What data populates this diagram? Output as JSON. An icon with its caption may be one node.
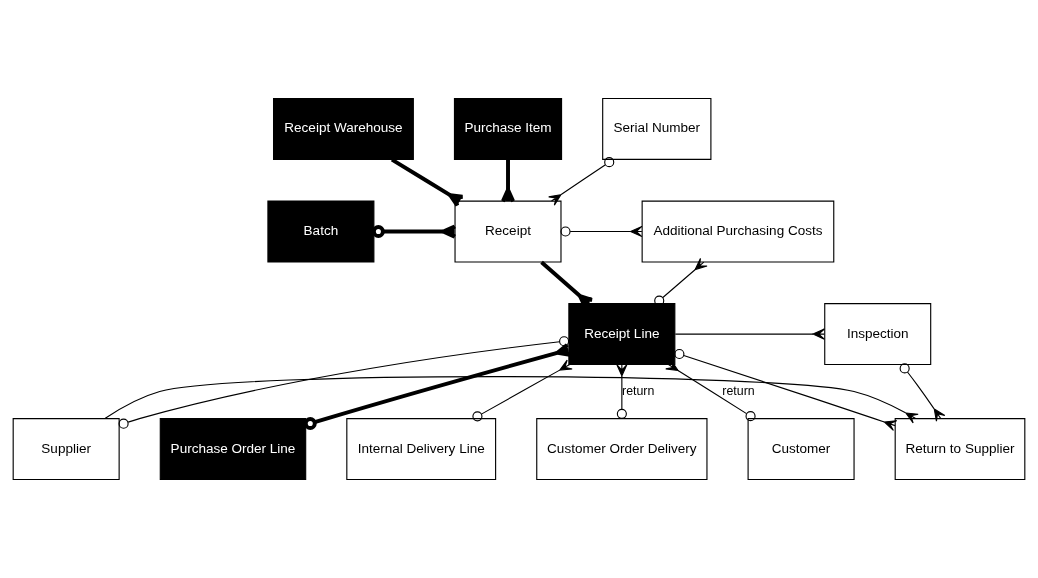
{
  "diagram": {
    "nodes": [
      {
        "text": [
          "Receipt Warehouse"
        ]
      },
      {
        "text": [
          "Purchase Item"
        ]
      },
      {
        "text": [
          "Batch"
        ]
      },
      {
        "text": [
          "Receipt"
        ]
      },
      {
        "text": [
          "Serial Number"
        ]
      },
      {
        "text": [
          "Additional Purchasing Costs"
        ]
      },
      {
        "text": [
          "Receipt Line"
        ]
      },
      {
        "text": [
          "Inspection"
        ]
      },
      {
        "text": [
          "Return to Supplier"
        ]
      },
      {
        "text": [
          "Supplier"
        ]
      },
      {
        "text": [
          "Purchase Order Line"
        ]
      },
      {
        "text": [
          "Internal Delivery Line"
        ]
      },
      {
        "text": [
          "Customer Order Delivery"
        ]
      },
      {
        "text": [
          "Customer"
        ]
      }
    ],
    "edges": [
      {
        "from": 0,
        "to": 3,
        "arrow": "other",
        "style": "thick"
      },
      {
        "from": 1,
        "to": 3,
        "arrow": "other",
        "style": "thick"
      },
      {
        "from": 2,
        "to": 3,
        "arrow": "other",
        "style": "thick"
      },
      {
        "from": 4,
        "to": 3,
        "arrow": "other"
      },
      {
        "from": 3,
        "to": 5,
        "arrow": "other"
      },
      {
        "from": 3,
        "to": 6,
        "arrow": "other",
        "style": "thick"
      },
      {
        "from": 6,
        "to": 5,
        "arrow": "other"
      },
      {
        "from": 6,
        "to": 7,
        "arrow": "other"
      },
      {
        "from": 6,
        "to": 8,
        "arrow": "other"
      },
      {
        "from": 7,
        "to": 8,
        "arrow": "other"
      },
      {
        "from": 9,
        "to": 8,
        "arrow": "other"
      },
      {
        "from": 6,
        "to": 9,
        "arrow": "other"
      },
      {
        "from": 10,
        "to": 6,
        "arrow": "other",
        "style": "thick"
      },
      {
        "from": 11,
        "to": 6,
        "arrow": "other"
      },
      {
        "from": 12,
        "to": 6,
        "arrow": "other",
        "label": "return"
      },
      {
        "from": 13,
        "to": 6,
        "arrow": "other",
        "label": "return"
      }
    ]
  }
}
